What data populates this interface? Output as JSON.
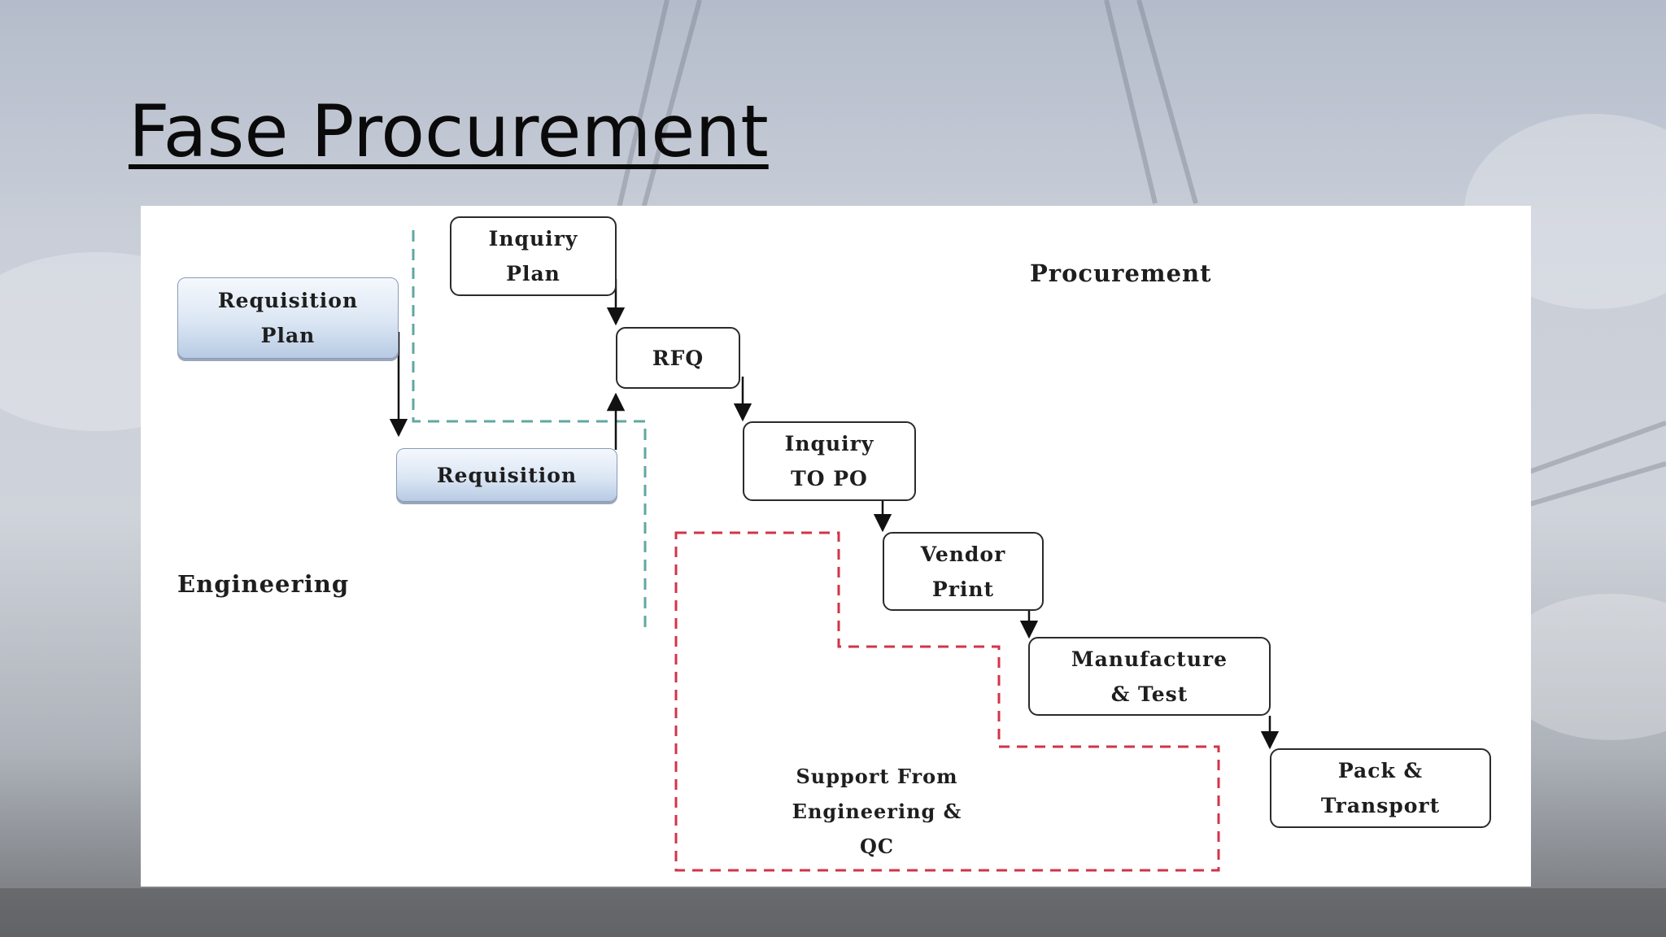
{
  "slide": {
    "title": "Fase Procurement"
  },
  "diagram": {
    "section_labels": {
      "procurement": "Procurement",
      "engineering": "Engineering"
    },
    "nodes": {
      "inquiry_plan": "Inquiry\nPlan",
      "requisition_plan": "Requisition\nPlan",
      "rfq": "RFQ",
      "requisition": "Requisition",
      "inquiry_to_po": "Inquiry\nTO PO",
      "vendor_print": "Vendor\nPrint",
      "manufacture_test": "Manufacture\n& Test",
      "pack_transport": "Pack &\nTransport"
    },
    "support_note": "Support From\nEngineering &\nQC"
  },
  "colors": {
    "engineering_boundary": "#5fa8a0",
    "support_boundary": "#d0344a",
    "node_border": "#2b2b2b",
    "blue_node_fill": "#dbe6f4"
  }
}
